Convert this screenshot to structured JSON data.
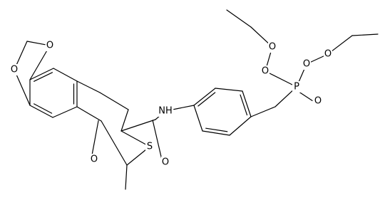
{
  "molecule": {
    "atom_labels": {
      "o_dioxole_top": "O",
      "o_dioxole_bottom": "O",
      "o_ketone": "O",
      "s_ring": "S",
      "nh_amide": "NH",
      "o_amide": "O",
      "p_phosphonate": "P",
      "o_phosphoryl": "O",
      "o_ester1_a": "O",
      "o_ester1_b": "O",
      "o_ester2_a": "O",
      "o_ester2_b": "O"
    },
    "colors": {
      "bond": "#000000",
      "label": "#000000",
      "background": "#ffffff"
    }
  }
}
